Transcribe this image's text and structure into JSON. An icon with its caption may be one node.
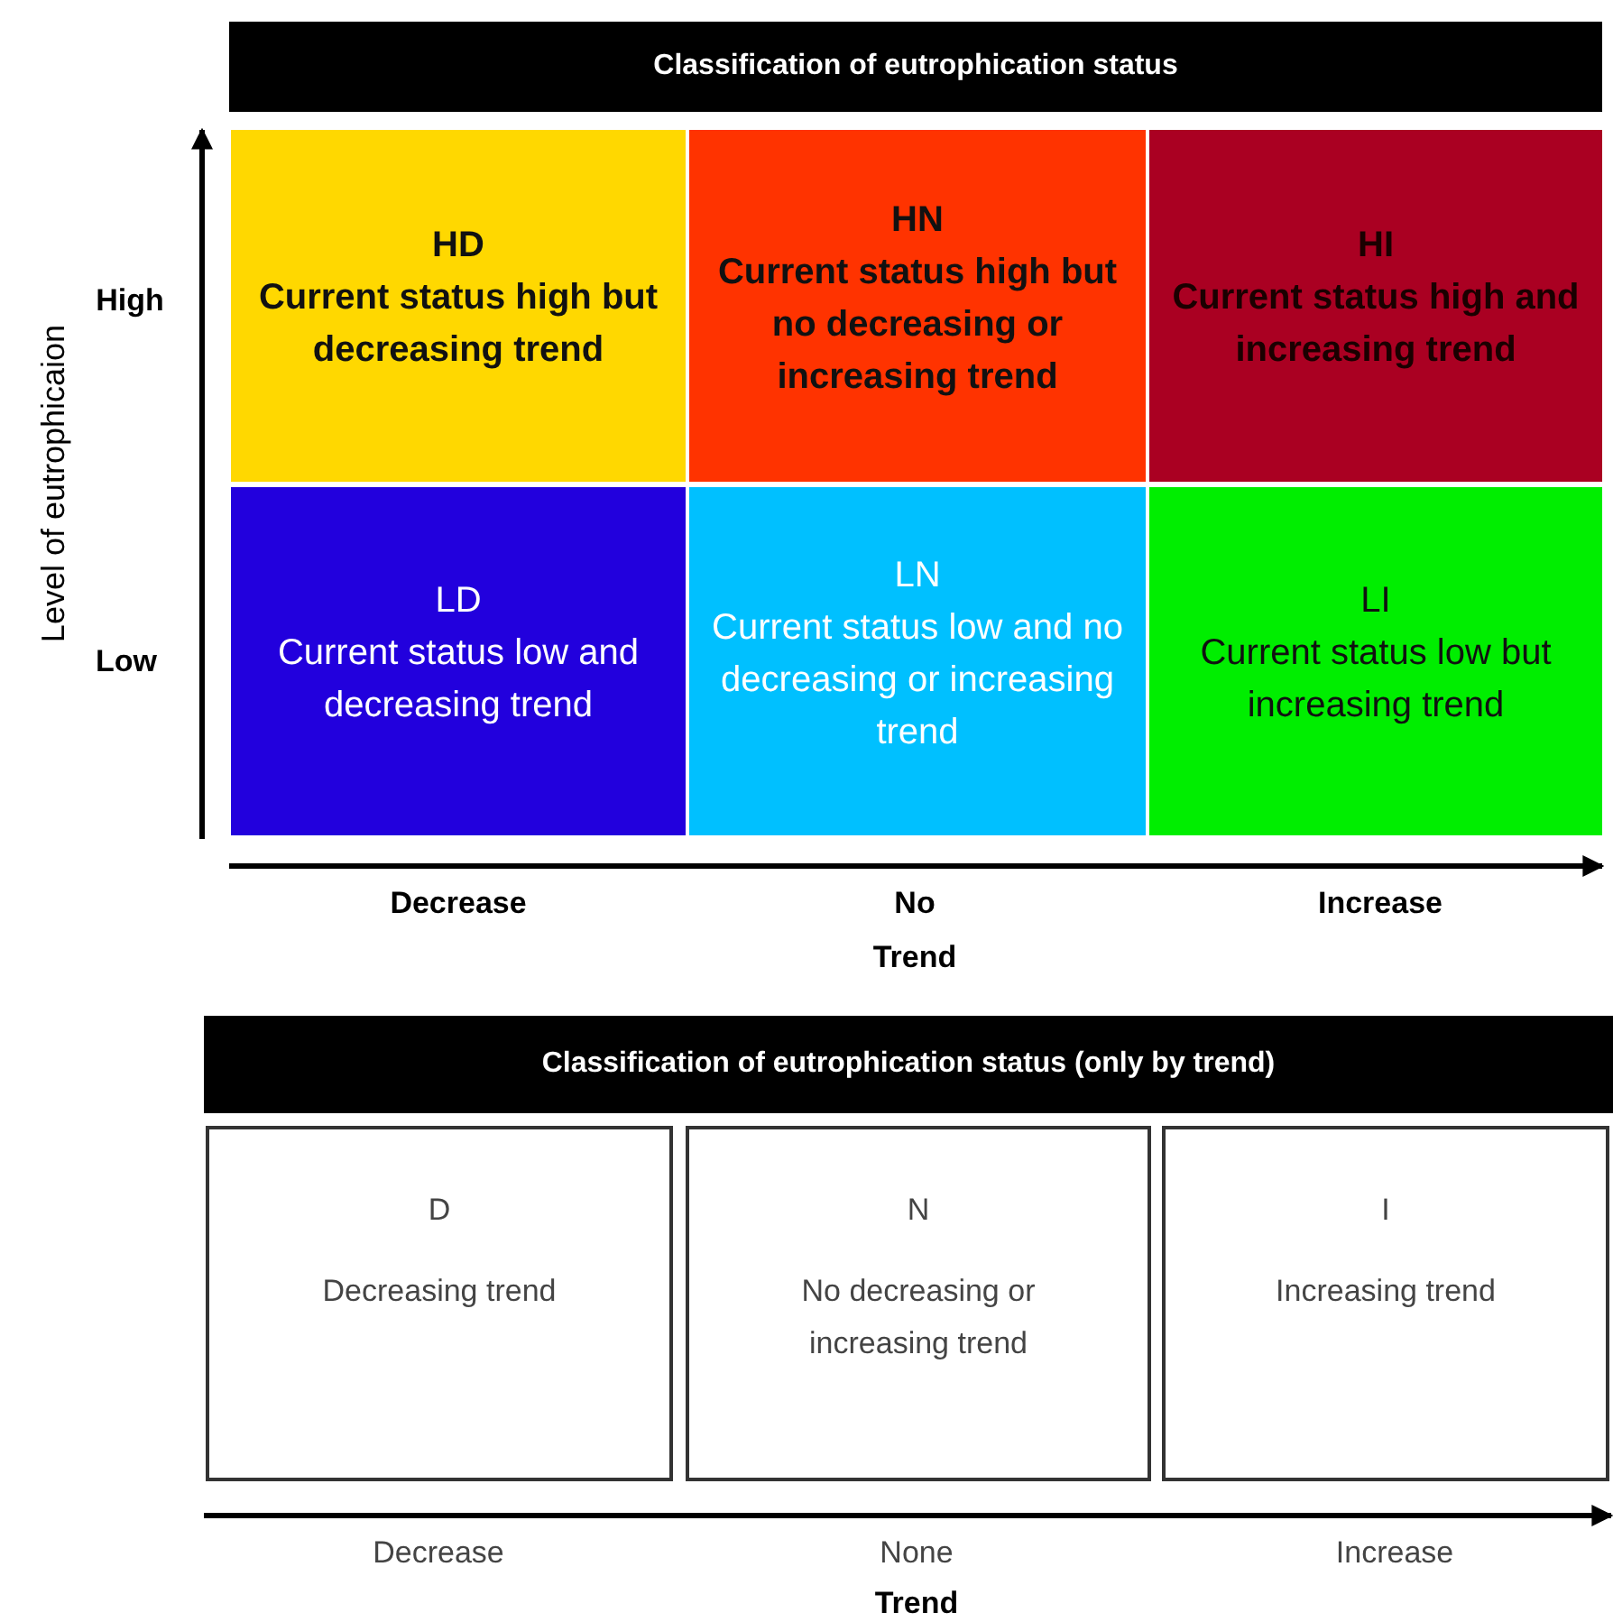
{
  "diagram": {
    "nodes": [
      {
        "text": [
          "Classification of eutrophication status"
        ]
      },
      {
        "text": [
          "HD",
          "Current status high but decreasing trend"
        ]
      },
      {
        "text": [
          "HN",
          "Current status high but no decreasing or increasing trend"
        ]
      },
      {
        "text": [
          "HI",
          "Current status high and increasing trend"
        ]
      },
      {
        "text": [
          "LD",
          "Current status low and decreasing trend"
        ]
      },
      {
        "text": [
          "LN",
          "Current status low and no decreasing or increasing trend"
        ]
      },
      {
        "text": [
          "LI",
          "Current status low but increasing trend"
        ]
      },
      {
        "text": [
          "Classification of eutrophication status (only by trend)"
        ]
      },
      {
        "text": [
          "D",
          "Decreasing trend"
        ]
      },
      {
        "text": [
          "N",
          "No decreasing or increasing trend"
        ]
      },
      {
        "text": [
          "I",
          "Increasing trend"
        ]
      }
    ],
    "labels": [
      "High",
      "Level of eutrophicaion",
      "Low",
      "Decrease",
      "No",
      "Increase",
      "Trend",
      "Decrease",
      "None",
      "Increase",
      "Trend"
    ]
  }
}
